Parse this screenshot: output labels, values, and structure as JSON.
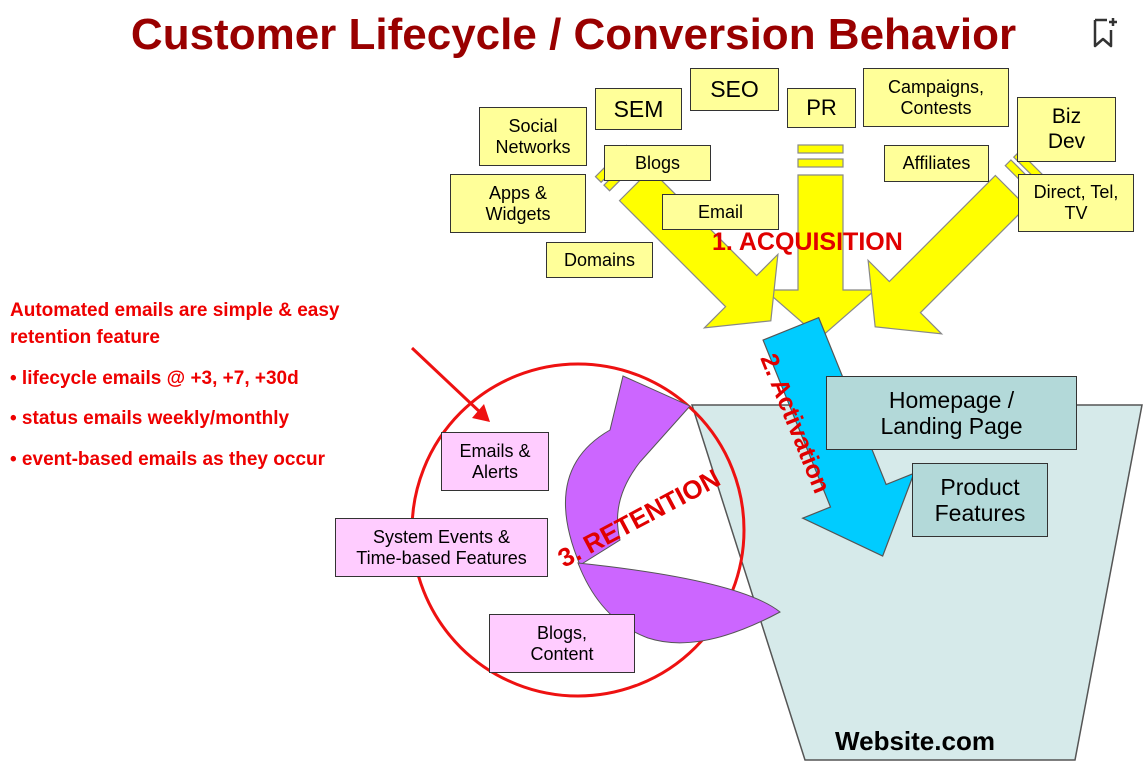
{
  "title": "Customer Lifecycle / Conversion Behavior",
  "acquisition_sources": {
    "sem": "SEM",
    "seo": "SEO",
    "pr": "PR",
    "campaigns": "Campaigns,\nContests",
    "social": "Social\nNetworks",
    "blogs": "Blogs",
    "affiliates": "Affiliates",
    "biz_dev": "Biz\nDev",
    "apps": "Apps &\nWidgets",
    "email": "Email",
    "direct": "Direct, Tel,\nTV",
    "domains": "Domains"
  },
  "stages": {
    "acquisition": "1. ACQUISITION",
    "activation": "2. Activation",
    "retention": "3. RETENTION"
  },
  "retention_items": {
    "emails": "Emails &\nAlerts",
    "system": "System Events &\nTime-based Features",
    "blogs_content": "Blogs,\nContent"
  },
  "website_items": {
    "homepage": "Homepage /\nLanding Page",
    "product": "Product\nFeatures",
    "website": "Website.com"
  },
  "notes": {
    "heading": "Automated emails are simple & easy\nretention feature",
    "bullets": [
      "• lifecycle emails @ +3, +7, +30d",
      "• status emails weekly/monthly",
      "• event-based emails as they occur"
    ]
  },
  "colors": {
    "title": "#990000",
    "source_box": "#ffff99",
    "arrow_yellow": "#ffff00",
    "activation_arrow": "#00ccff",
    "retention_arrow": "#cc66ff",
    "funnel": "#d6eaea",
    "label_red": "#ee0000"
  },
  "icons": {
    "bookmark": "bookmark-add-icon"
  }
}
